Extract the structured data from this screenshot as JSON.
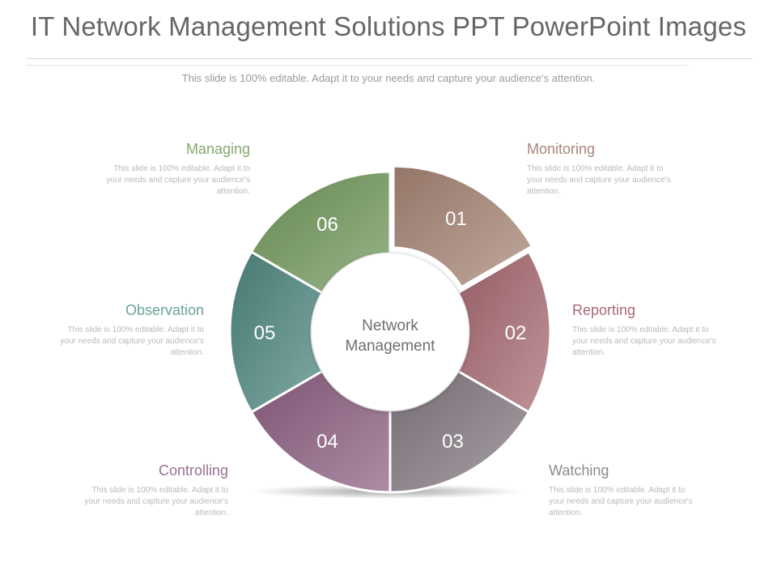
{
  "title": "IT Network Management Solutions PPT PowerPoint Images",
  "subtitle": "This slide is 100% editable. Adapt it to your needs and capture your audience's attention.",
  "center": {
    "line1": "Network",
    "line2": "Management"
  },
  "segments": [
    {
      "number": "01",
      "label": "Monitoring",
      "desc": "This slide is 100% editable. Adapt it to your needs and capture your audience's attention.",
      "color": "#a88676",
      "labelColor": "#a88676"
    },
    {
      "number": "02",
      "label": "Reporting",
      "desc": "This slide is 100% editable. Adapt it to your needs and capture your audience's attention.",
      "color": "#a86a72",
      "labelColor": "#a86a72"
    },
    {
      "number": "03",
      "label": "Watching",
      "desc": "This slide is 100% editable. Adapt it to your needs and capture your audience's attention.",
      "color": "#857b82",
      "labelColor": "#8c8a8f"
    },
    {
      "number": "04",
      "label": "Controlling",
      "desc": "This slide is 100% editable. Adapt it to your needs and capture your audience's attention.",
      "color": "#8d5f82",
      "labelColor": "#9a6f90"
    },
    {
      "number": "05",
      "label": "Observation",
      "desc": "This slide is 100% editable. Adapt it to your needs and capture your audience's attention.",
      "color": "#4f8880",
      "labelColor": "#6aa29b"
    },
    {
      "number": "06",
      "label": "Managing",
      "desc": "This slide is 100% editable. Adapt it to your needs and capture your audience's attention.",
      "color": "#72985b",
      "labelColor": "#84a86c"
    }
  ]
}
